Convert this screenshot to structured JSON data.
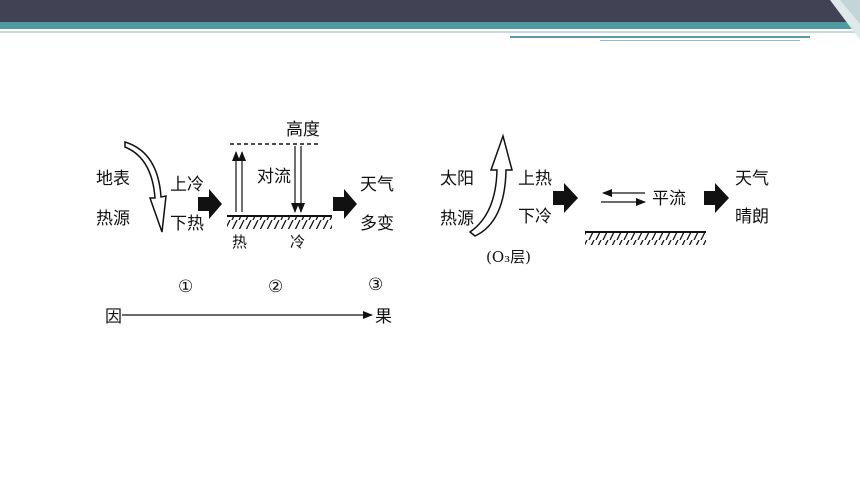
{
  "left_diagram": {
    "surface_heat_source": [
      "地表",
      "热源"
    ],
    "upper_cold_lower_hot": [
      "上冷",
      "下热"
    ],
    "altitude": "高度",
    "convection": "对流",
    "hot_label": "热",
    "cold_label": "冷",
    "weather_changeable": [
      "天气",
      "多变"
    ],
    "step_1": "①",
    "step_2": "②",
    "step_3": "③",
    "cause": "因",
    "effect": "果"
  },
  "right_diagram": {
    "solar_heat_source": [
      "太阳",
      "热源"
    ],
    "ozone_layer": "(O₃层)",
    "upper_hot_lower_cold": [
      "上热",
      "下冷"
    ],
    "advection": "平流",
    "weather_clear": [
      "天气",
      "晴朗"
    ]
  }
}
